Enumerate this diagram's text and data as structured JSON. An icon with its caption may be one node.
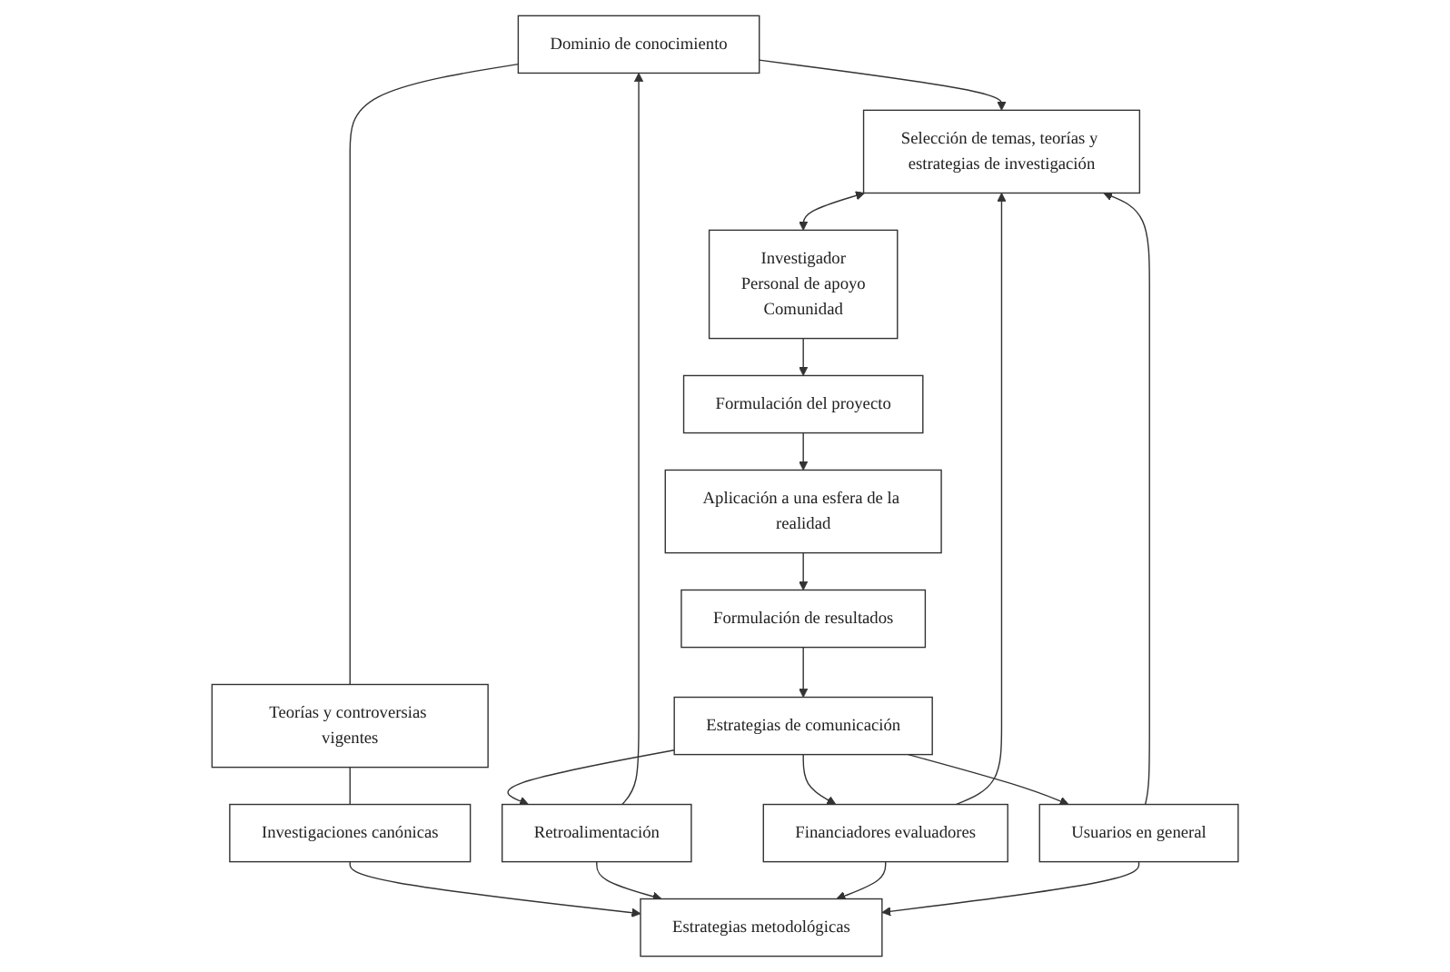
{
  "diagram": {
    "nodes": [
      {
        "text": [
          "Dominio de conocimiento"
        ]
      },
      {
        "text": [
          "Teorías y controversias vigentes"
        ]
      },
      {
        "text": [
          "Investigaciones canónicas"
        ]
      },
      {
        "text": [
          "Estrategias metodológicas"
        ]
      },
      {
        "text": [
          "Retroalimentación"
        ]
      },
      {
        "text": [
          "Selección de temas, teorías y estrategias de investigación"
        ]
      },
      {
        "text": [
          "Investigador",
          "Personal de apoyo",
          "Comunidad"
        ]
      },
      {
        "text": [
          "Formulación del proyecto"
        ]
      },
      {
        "text": [
          "Aplicación a una esfera de la realidad"
        ]
      },
      {
        "text": [
          "Formulación de resultados"
        ]
      },
      {
        "text": [
          "Estrategias de comunicación"
        ]
      },
      {
        "text": [
          "Financiadores evaluadores"
        ]
      },
      {
        "text": [
          "Usuarios en general"
        ]
      }
    ],
    "edges": [
      {
        "from": 0,
        "to": 5,
        "arrow": "to"
      },
      {
        "from": 5,
        "to": 6,
        "arrow": "both"
      },
      {
        "from": 0,
        "to": 1,
        "arrow": "none"
      },
      {
        "from": 1,
        "to": 2,
        "arrow": "none"
      },
      {
        "from": 2,
        "to": 3,
        "arrow": "to"
      },
      {
        "from": 4,
        "to": 3,
        "arrow": "to"
      },
      {
        "from": 4,
        "to": 0,
        "arrow": "to"
      },
      {
        "from": 6,
        "to": 7,
        "arrow": "to"
      },
      {
        "from": 7,
        "to": 8,
        "arrow": "to"
      },
      {
        "from": 8,
        "to": 9,
        "arrow": "to"
      },
      {
        "from": 9,
        "to": 10,
        "arrow": "to"
      },
      {
        "from": 10,
        "to": 4,
        "arrow": "to"
      },
      {
        "from": 10,
        "to": 12,
        "arrow": "to"
      },
      {
        "from": 10,
        "to": 11,
        "arrow": "to"
      },
      {
        "from": 11,
        "to": 5,
        "arrow": "to"
      },
      {
        "from": 11,
        "to": 3,
        "arrow": "to"
      },
      {
        "from": 12,
        "to": 5,
        "arrow": "to"
      },
      {
        "from": 12,
        "to": 3,
        "arrow": "to"
      }
    ]
  }
}
